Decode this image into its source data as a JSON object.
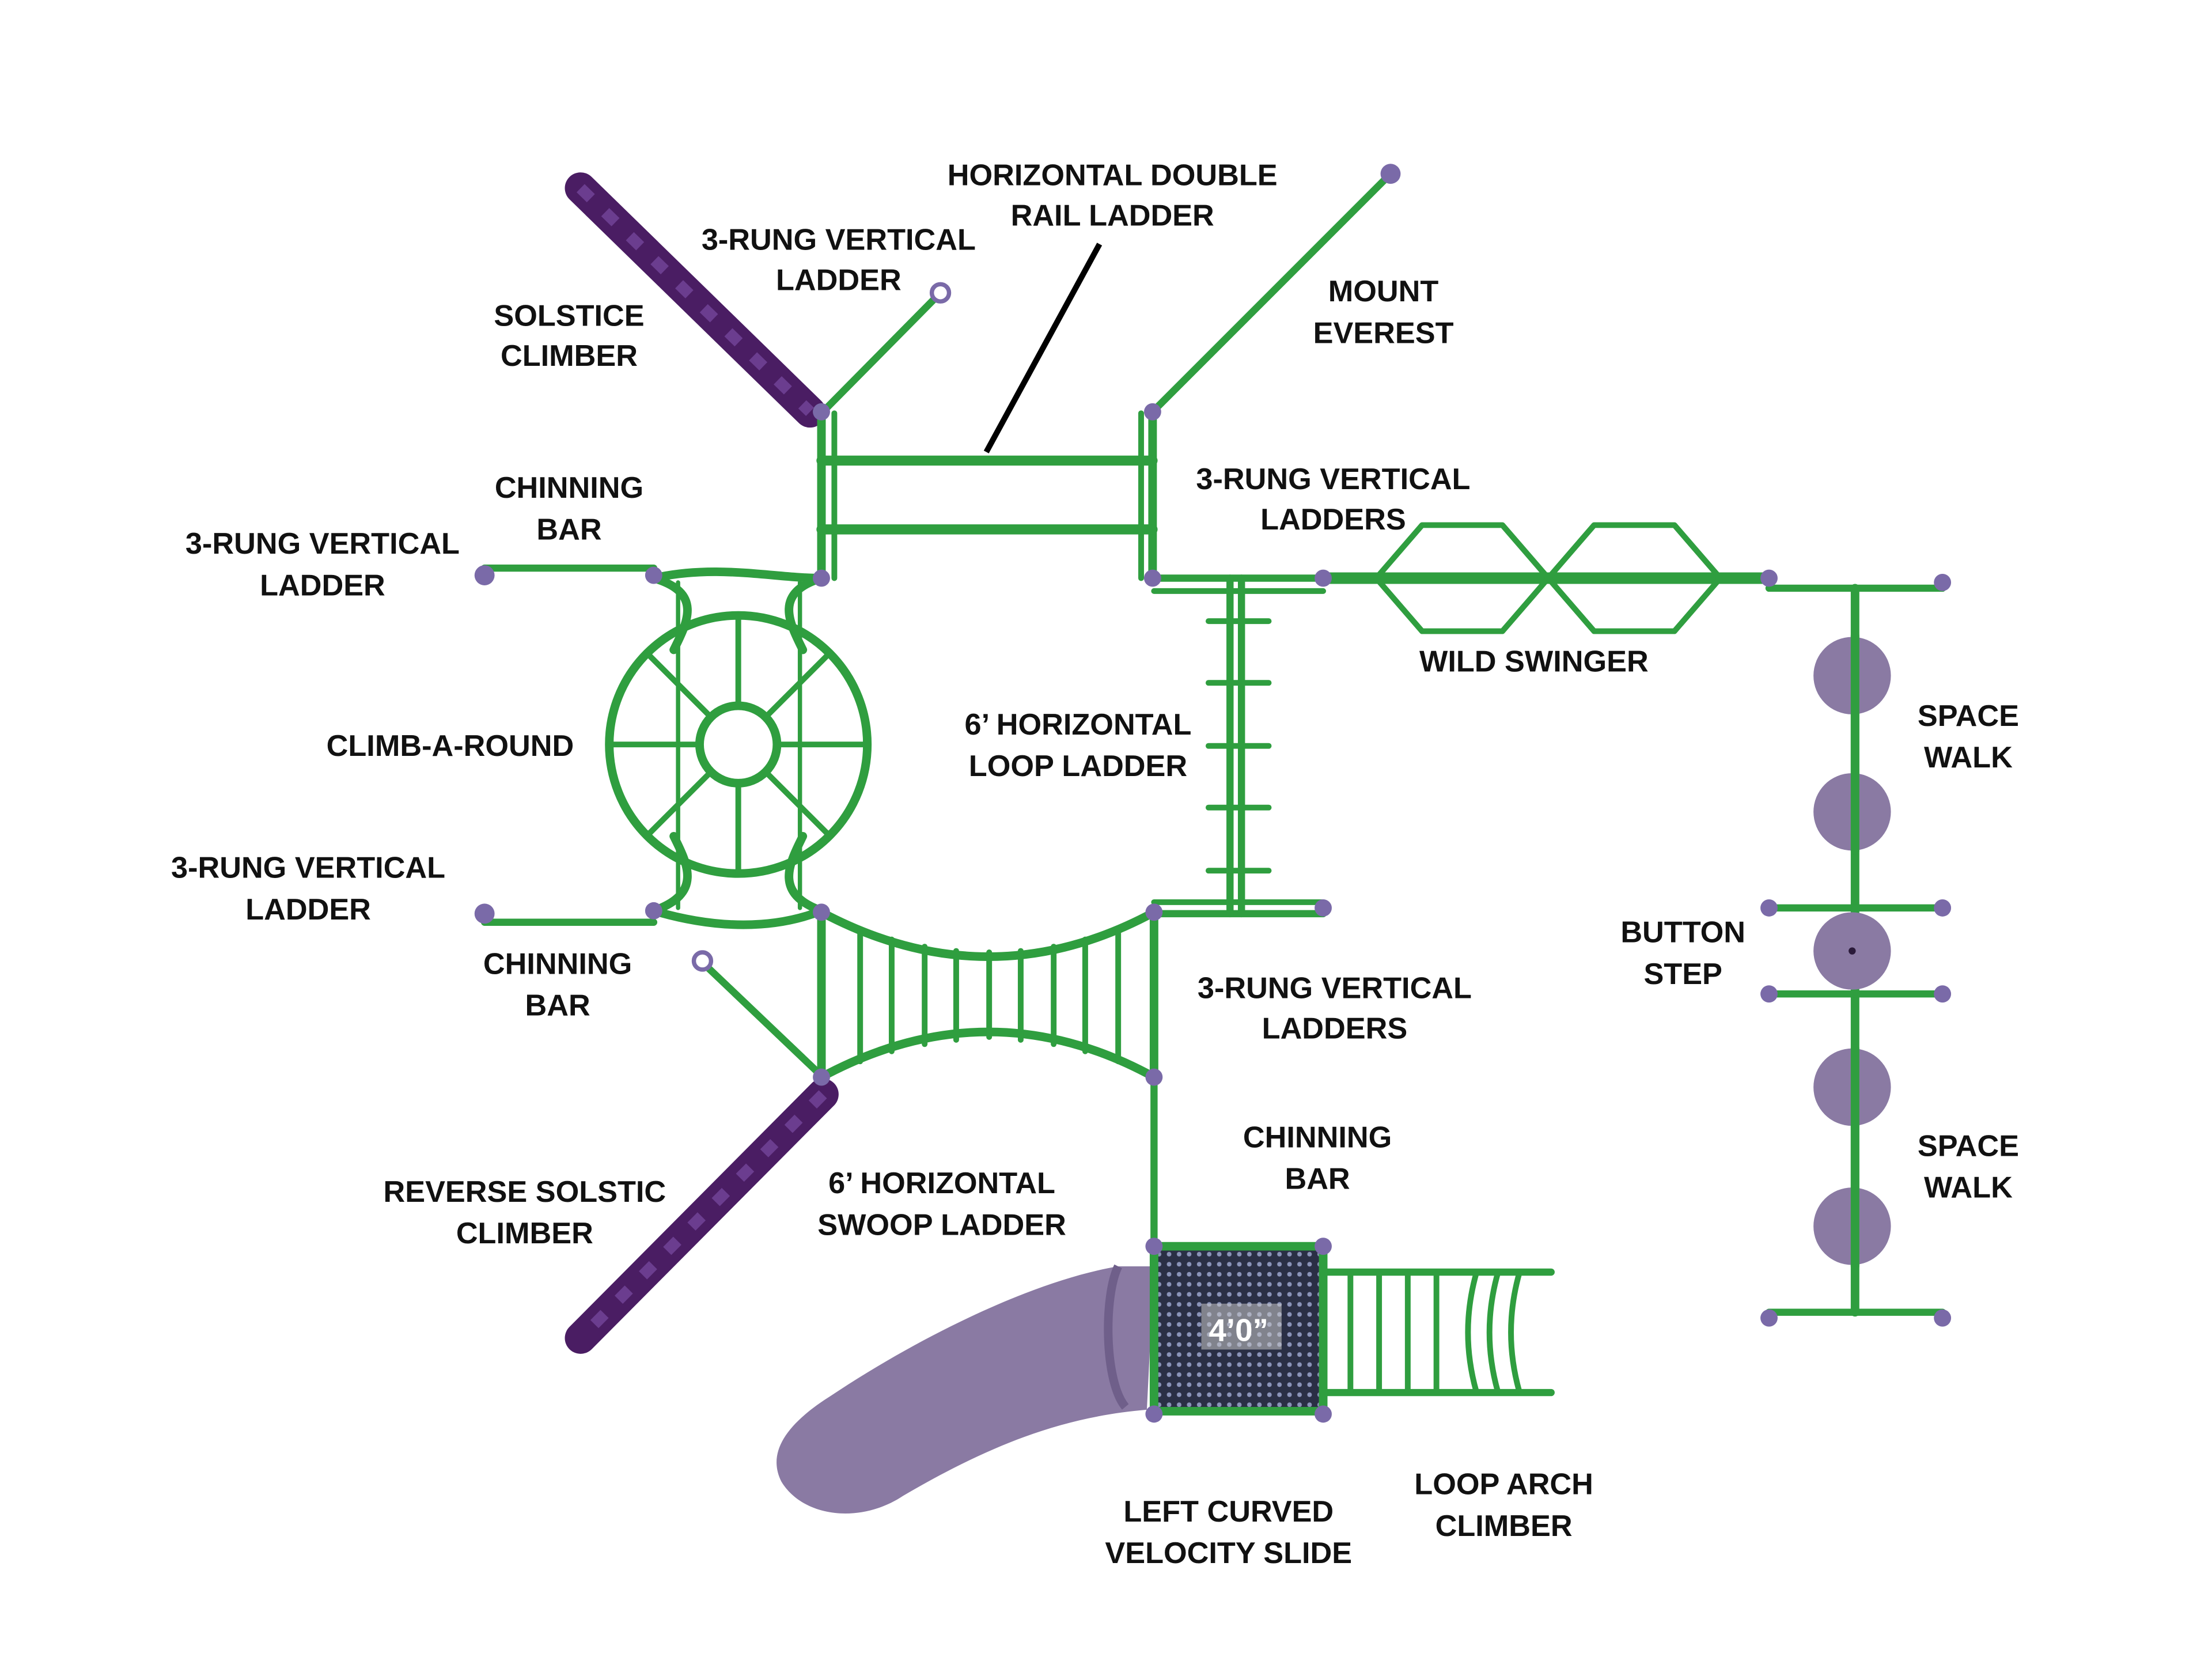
{
  "colors": {
    "frame_green": "#2f9e3f",
    "frame_green_dark": "#1f7a2e",
    "accent_purple": "#6b3d8f",
    "dark_purple": "#4a1d63",
    "slide_purple": "#8a7aa3",
    "cap_purple": "#7a6aa8",
    "deck_dark": "#2a2f45",
    "label_text": "#111111"
  },
  "labels": {
    "horizontal_double_rail_ladder": [
      "HORIZONTAL DOUBLE",
      "RAIL LADDER"
    ],
    "three_rung_top": [
      "3-RUNG VERTICAL",
      "LADDER"
    ],
    "solstice_climber": [
      "SOLSTICE",
      "CLIMBER"
    ],
    "mount_everest": [
      "MOUNT",
      "EVEREST"
    ],
    "chinning_bar_upper": [
      "CHINNING",
      "BAR"
    ],
    "three_rung_left_upper": [
      "3-RUNG VERTICAL",
      "LADDER"
    ],
    "three_rung_ladders_upper": [
      "3-RUNG VERTICAL",
      "LADDERS"
    ],
    "wild_swinger": [
      "WILD SWINGER"
    ],
    "climb_a_round": [
      "CLIMB-A-ROUND"
    ],
    "horizontal_loop_ladder": [
      "6’ HORIZONTAL",
      "LOOP LADDER"
    ],
    "space_walk_upper": [
      "SPACE",
      "WALK"
    ],
    "three_rung_left_lower": [
      "3-RUNG VERTICAL",
      "LADDER"
    ],
    "button_step": [
      "BUTTON",
      "STEP"
    ],
    "chinning_bar_lower": [
      "CHINNING",
      "BAR"
    ],
    "three_rung_ladders_lower": [
      "3-RUNG VERTICAL",
      "LADDERS"
    ],
    "chinning_bar_right": [
      "CHINNING",
      "BAR"
    ],
    "space_walk_lower": [
      "SPACE",
      "WALK"
    ],
    "reverse_solstic_climber": [
      "REVERSE SOLSTIC",
      "CLIMBER"
    ],
    "horizontal_swoop_ladder": [
      "6’ HORIZONTAL",
      "SWOOP LADDER"
    ],
    "left_curved_velocity_slide": [
      "LEFT CURVED",
      "VELOCITY SLIDE"
    ],
    "loop_arch_climber": [
      "LOOP ARCH",
      "CLIMBER"
    ]
  },
  "deck_height": "4’0”"
}
